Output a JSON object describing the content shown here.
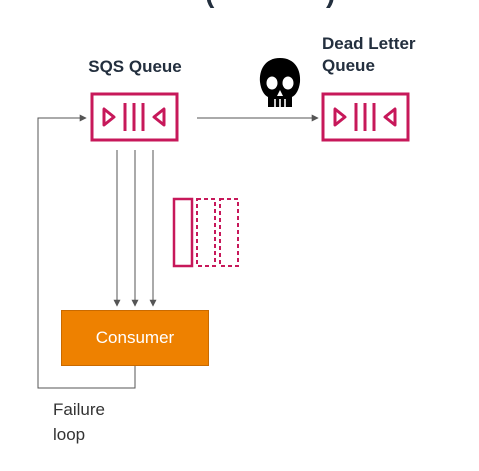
{
  "diagram": {
    "title_fragment": "(",
    "title_fragment_right": ")",
    "nodes": {
      "sqs_queue": {
        "label": "SQS Queue",
        "icon": "sqs-queue-icon"
      },
      "dead_letter_queue": {
        "label": "Dead Letter\nQueue",
        "icon": "sqs-queue-icon"
      },
      "consumer": {
        "label": "Consumer"
      },
      "skull": {
        "icon": "skull-icon"
      },
      "messages": {
        "icon": "message-stack-icon"
      }
    },
    "edges": [
      {
        "from": "sqs_queue",
        "to": "dead_letter_queue"
      },
      {
        "from": "sqs_queue",
        "to": "consumer"
      },
      {
        "from": "consumer",
        "to": "sqs_queue",
        "label": "Failure\nloop"
      }
    ],
    "failure_label": "Failure\nloop",
    "colors": {
      "queue": "#c7185a",
      "consumer": "#ee8100",
      "line": "#555555",
      "text": "#232f3e"
    }
  }
}
